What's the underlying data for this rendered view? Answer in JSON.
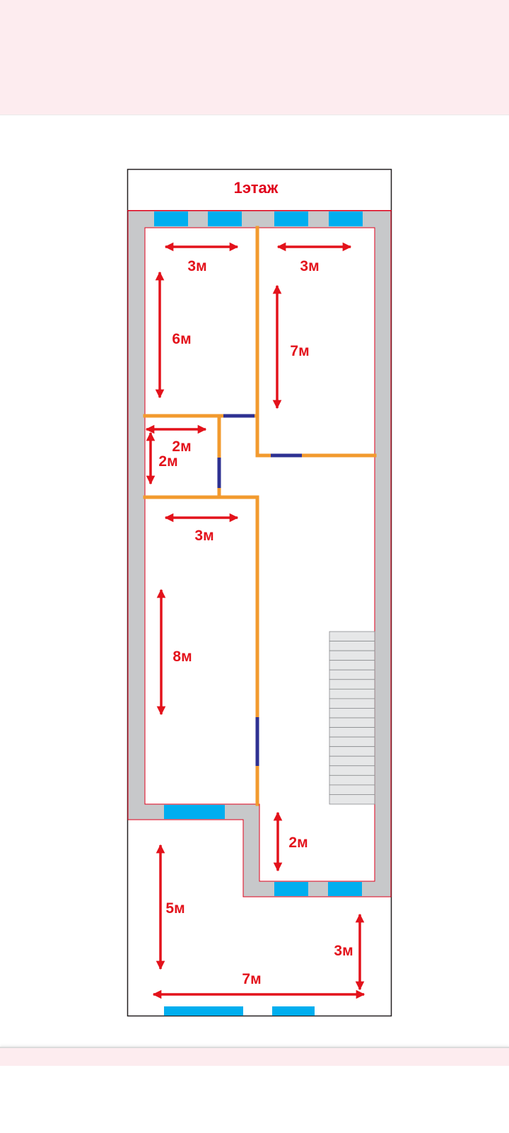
{
  "colors": {
    "wall": "#c7c8ca",
    "outline": "#e0001b",
    "partition": "#f29a2e",
    "door": "#2e3192",
    "window": "#00aeef",
    "dimension": "#e3121b",
    "stairs": "#e6e7e8"
  },
  "plan": {
    "title": "1этаж",
    "labels": {
      "room1_width": "3м",
      "room1_length": "6м",
      "room2_width": "3м",
      "room2_length": "7м",
      "bath_width": "2м",
      "bath_length": "2м",
      "room3_width": "3м",
      "room3_length": "8м",
      "hall_length": "2м",
      "porch_length": "5м",
      "porch_side": "3м",
      "porch_width": "7м"
    }
  }
}
